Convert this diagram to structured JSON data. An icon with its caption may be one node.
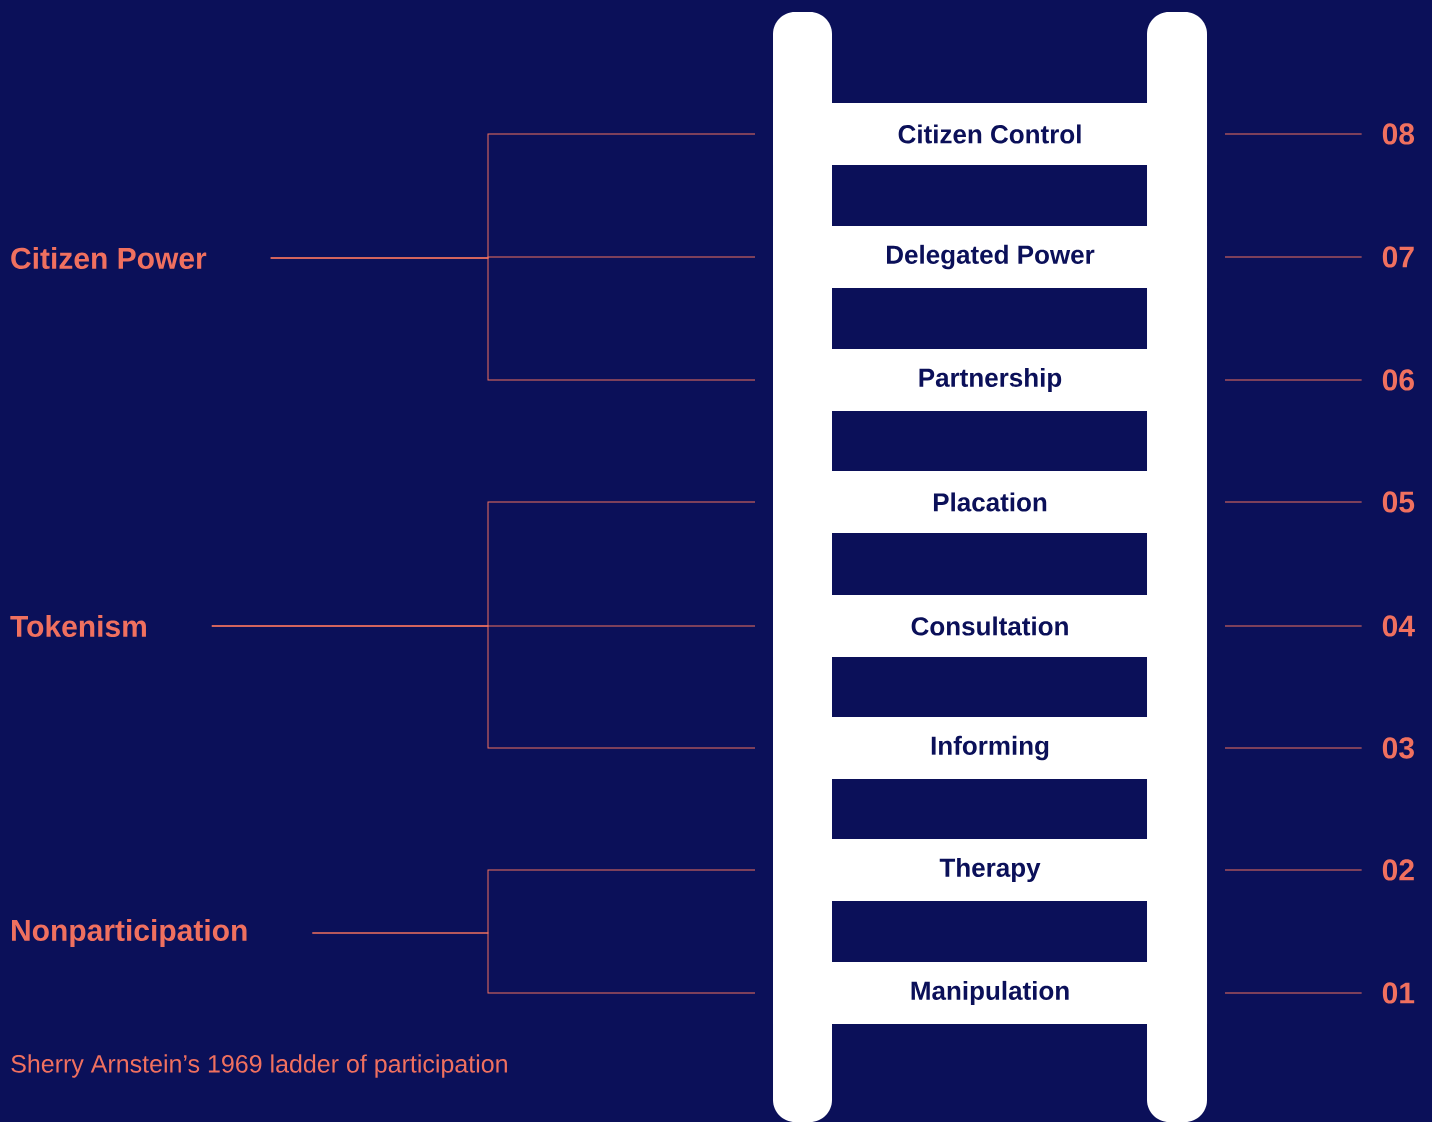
{
  "diagram": {
    "caption": "Sherry Arnstein’s 1969 ladder of participation",
    "nodes": [
      {
        "text": [
          "Citizen Power"
        ]
      },
      {
        "text": [
          "Tokenism"
        ]
      },
      {
        "text": [
          "Nonparticipation"
        ]
      },
      {
        "text": [
          "Citizen Control"
        ]
      },
      {
        "text": [
          "Delegated Power"
        ]
      },
      {
        "text": [
          "Partnership"
        ]
      },
      {
        "text": [
          "Placation"
        ]
      },
      {
        "text": [
          "Consultation"
        ]
      },
      {
        "text": [
          "Informing"
        ]
      },
      {
        "text": [
          "Therapy"
        ]
      },
      {
        "text": [
          "Manipulation"
        ]
      },
      {
        "text": [
          "08"
        ]
      },
      {
        "text": [
          "07"
        ]
      },
      {
        "text": [
          "06"
        ]
      },
      {
        "text": [
          "05"
        ]
      },
      {
        "text": [
          "04"
        ]
      },
      {
        "text": [
          "03"
        ]
      },
      {
        "text": [
          "02"
        ]
      },
      {
        "text": [
          "01"
        ]
      }
    ],
    "edges": [
      {
        "from": 0,
        "to": 3,
        "arrow": "none"
      },
      {
        "from": 0,
        "to": 4,
        "arrow": "none"
      },
      {
        "from": 0,
        "to": 5,
        "arrow": "none"
      },
      {
        "from": 1,
        "to": 6,
        "arrow": "none"
      },
      {
        "from": 1,
        "to": 7,
        "arrow": "none"
      },
      {
        "from": 1,
        "to": 8,
        "arrow": "none"
      },
      {
        "from": 2,
        "to": 9,
        "arrow": "none"
      },
      {
        "from": 2,
        "to": 10,
        "arrow": "none"
      },
      {
        "from": 11,
        "to": 3,
        "arrow": "none"
      },
      {
        "from": 12,
        "to": 4,
        "arrow": "none"
      },
      {
        "from": 13,
        "to": 5,
        "arrow": "none"
      },
      {
        "from": 14,
        "to": 6,
        "arrow": "none"
      },
      {
        "from": 15,
        "to": 7,
        "arrow": "none"
      },
      {
        "from": 16,
        "to": 8,
        "arrow": "none"
      },
      {
        "from": 17,
        "to": 9,
        "arrow": "none"
      },
      {
        "from": 18,
        "to": 10,
        "arrow": "none"
      }
    ]
  }
}
